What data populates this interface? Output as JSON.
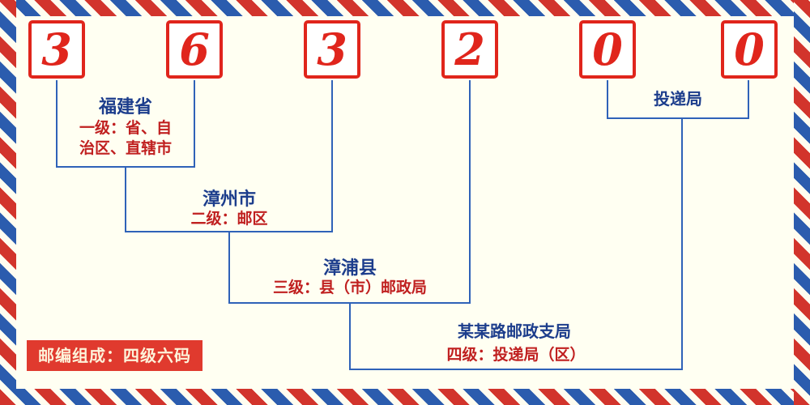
{
  "diagram": {
    "postal_code": {
      "digits": [
        "3",
        "6",
        "3",
        "2",
        "0",
        "0"
      ]
    },
    "annotations": {
      "level1": {
        "name": "福建省",
        "desc_line1": "一级：省、自",
        "desc_line2": "治区、直辖市"
      },
      "level2": {
        "name": "漳州市",
        "desc": "二级：邮区"
      },
      "level3": {
        "name": "漳浦县",
        "desc": "三级：县（市）邮政局"
      },
      "level4": {
        "name": "某某路邮政支局",
        "desc": "四级：投递局（区）"
      },
      "delivery": {
        "name": "投递局"
      }
    },
    "footer_badge": "邮编组成：四级六码",
    "colors": {
      "digit_red": "#e0251c",
      "line_blue": "#2f62b8",
      "name_navy": "#1c3d8c",
      "desc_red": "#c02020",
      "badge_bg": "#e03a2e",
      "badge_text": "#fdf3da",
      "background": "#fffff2"
    }
  }
}
